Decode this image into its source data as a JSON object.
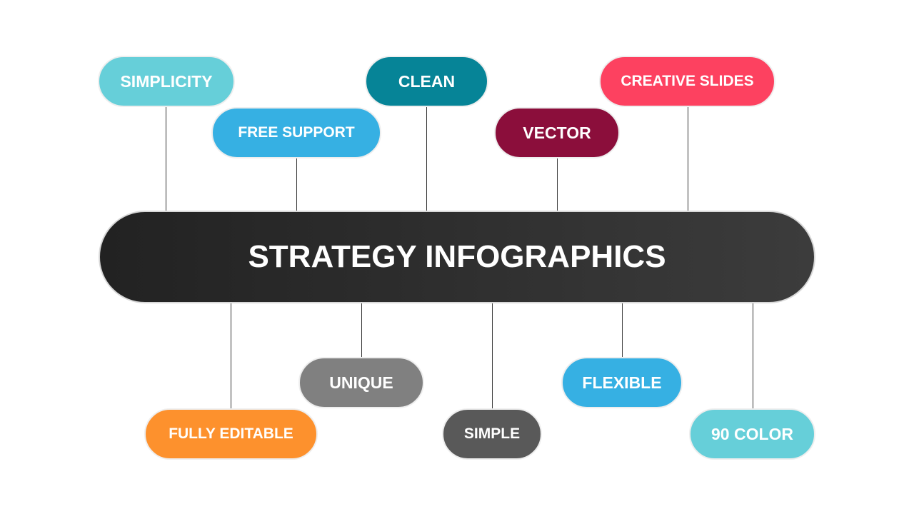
{
  "hub": {
    "title": "STRATEGY INFOGRAPHICS",
    "color": "#2a2a2a"
  },
  "top_nodes": [
    {
      "label": "SIMPLICITY",
      "color": "#66cfd9"
    },
    {
      "label": "FREE SUPPORT",
      "color": "#36b0e3"
    },
    {
      "label": "CLEAN",
      "color": "#068497"
    },
    {
      "label": "VECTOR",
      "color": "#8b0e3b"
    },
    {
      "label": "CREATIVE SLIDES",
      "color": "#fd4160"
    }
  ],
  "bottom_nodes": [
    {
      "label": "FULLY EDITABLE",
      "color": "#fd912d"
    },
    {
      "label": "UNIQUE",
      "color": "#808080"
    },
    {
      "label": "SIMPLE",
      "color": "#595959"
    },
    {
      "label": "FLEXIBLE",
      "color": "#36b0e3"
    },
    {
      "label": "90 COLOR",
      "color": "#66cfd9"
    }
  ]
}
